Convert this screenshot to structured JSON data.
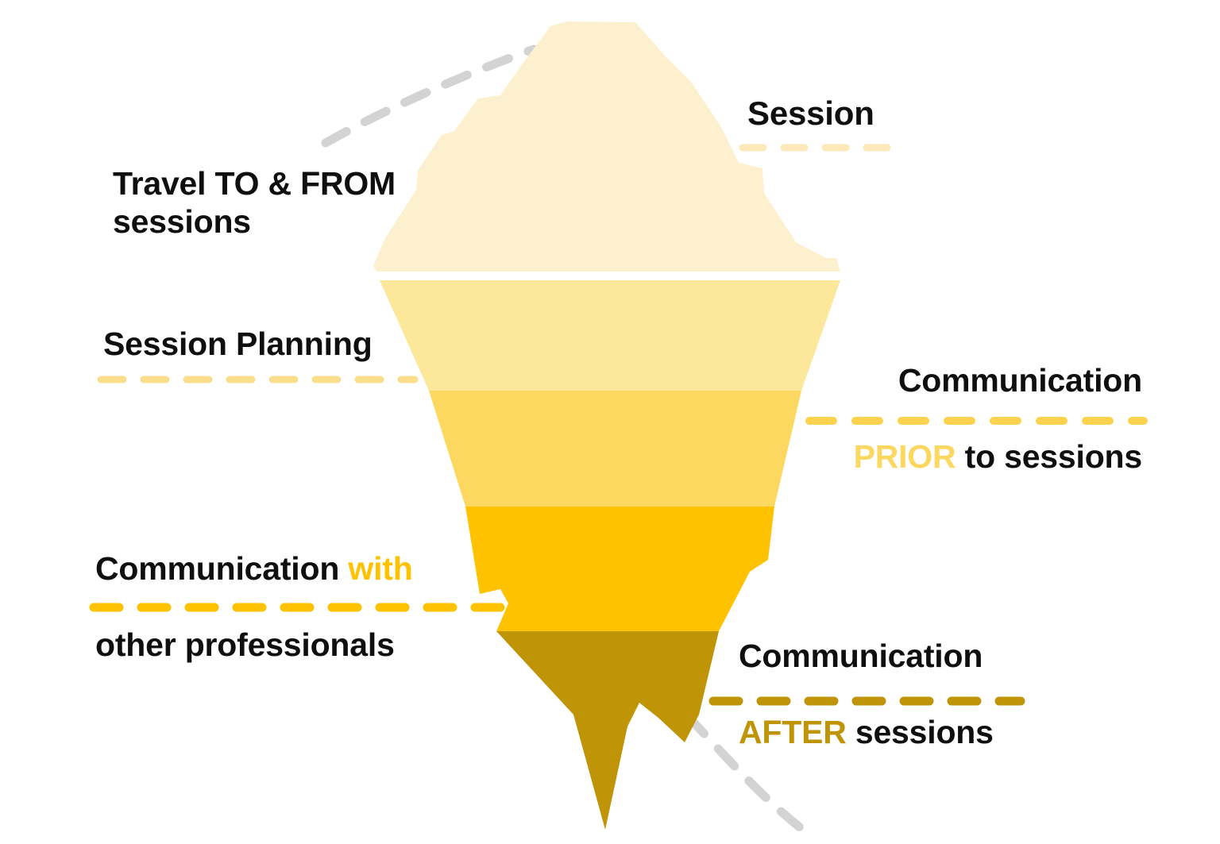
{
  "diagram": {
    "title": "Iceberg diagram of session-related work",
    "background_color": "#ffffff",
    "type": "iceberg-layers"
  },
  "palette": {
    "layer1": "#FDF0CE",
    "layer2": "#FCE79A",
    "layer3": "#FDD860",
    "layer4": "#FFC200",
    "layer5": "#BF9406",
    "text": "#100f0f",
    "dash_layer1": "#FCE8B8",
    "dash_layer2": "#FBDE8C",
    "dash_layer3": "#FCD34F",
    "dash_layer4": "#FFC200",
    "dash_layer5": "#BF9406",
    "curve_gray": "#D3D3D3"
  },
  "labels": {
    "session": {
      "text": "Session",
      "connector_color": "#FCE8B8",
      "side": "right"
    },
    "travel": {
      "text": "Travel TO & FROM\nsessions",
      "connector_color": "none",
      "side": "left"
    },
    "session_planning": {
      "text": "Session Planning",
      "connector_color": "#FBDE8C",
      "side": "left"
    },
    "communication_prior": {
      "line1": "Communication",
      "highlight": "PRIOR",
      "rest": " to sessions",
      "highlight_color": "#FDD860",
      "connector_color": "#FCD34F",
      "side": "right"
    },
    "communication_professionals": {
      "line1_plain": "Communication ",
      "line1_highlight": "with",
      "line2": "other professionals",
      "highlight_color": "#FFC200",
      "connector_color": "#FFC200",
      "side": "left"
    },
    "communication_after": {
      "line1": "Communication",
      "highlight": "AFTER",
      "rest": " sessions",
      "highlight_color": "#BF9406",
      "connector_color": "#BF9406",
      "side": "right"
    }
  },
  "layers": [
    {
      "name": "Session",
      "color": "#FDF0CE",
      "position": "above-water"
    },
    {
      "name": "Session Planning",
      "color": "#FCE79A",
      "position": "below-water"
    },
    {
      "name": "Communication PRIOR to sessions",
      "color": "#FDD860",
      "position": "below-water"
    },
    {
      "name": "Communication with other professionals",
      "color": "#FFC200",
      "position": "below-water"
    },
    {
      "name": "Communication AFTER sessions",
      "color": "#BF9406",
      "position": "below-water"
    }
  ]
}
